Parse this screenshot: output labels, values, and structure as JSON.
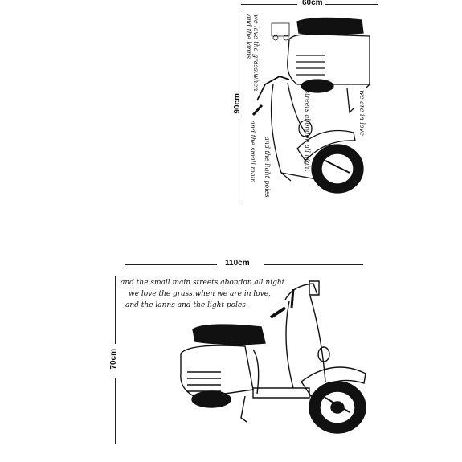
{
  "top_panel": {
    "width_label": "60cm",
    "height_label": "90cm",
    "text_col_left_1": "we love the grass.when",
    "text_col_left_2": "and the lanns",
    "text_col_left_3": "and the small main",
    "text_col_right_1": "streets abondon all night",
    "text_col_right_2": "we are in love",
    "text_col_right_3": "and the light poles"
  },
  "bottom_panel": {
    "width_label": "110cm",
    "height_label": "70cm",
    "text_line_1": "and the small main streets abondon all night",
    "text_line_2": "we love the grass.when we are in love,",
    "text_line_3": "and the lanns and the light poles"
  }
}
